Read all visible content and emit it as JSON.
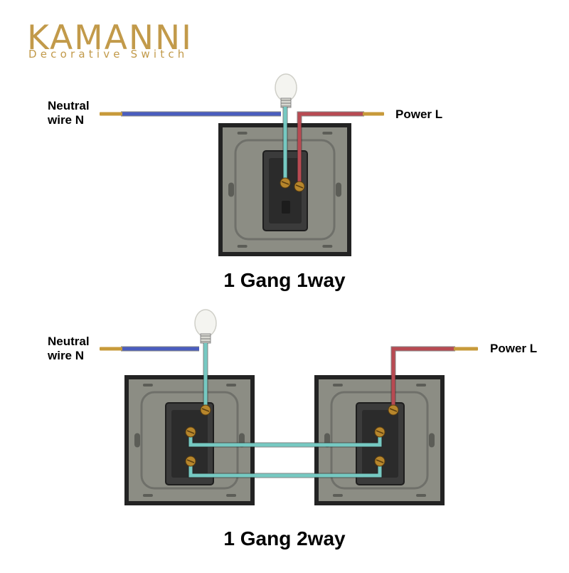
{
  "brand": {
    "name": "KAMANNI",
    "tagline": "Decorative Switch"
  },
  "colors": {
    "brand": "#c29a4a",
    "neutral_wire": "#4a5dbf",
    "power_wire": "#b84a52",
    "switch_wire": "#76c9c2",
    "copper": "#c79a3a",
    "panel": "#8c8d84",
    "switch_body": "#3b3b3b"
  },
  "diagram_1way": {
    "neutral_label": [
      "Neutral",
      "wire N"
    ],
    "power_label": "Power L",
    "caption": "1 Gang 1way"
  },
  "diagram_2way": {
    "neutral_label": [
      "Neutral",
      "wire N"
    ],
    "power_label": "Power L",
    "caption": "1 Gang 2way"
  }
}
